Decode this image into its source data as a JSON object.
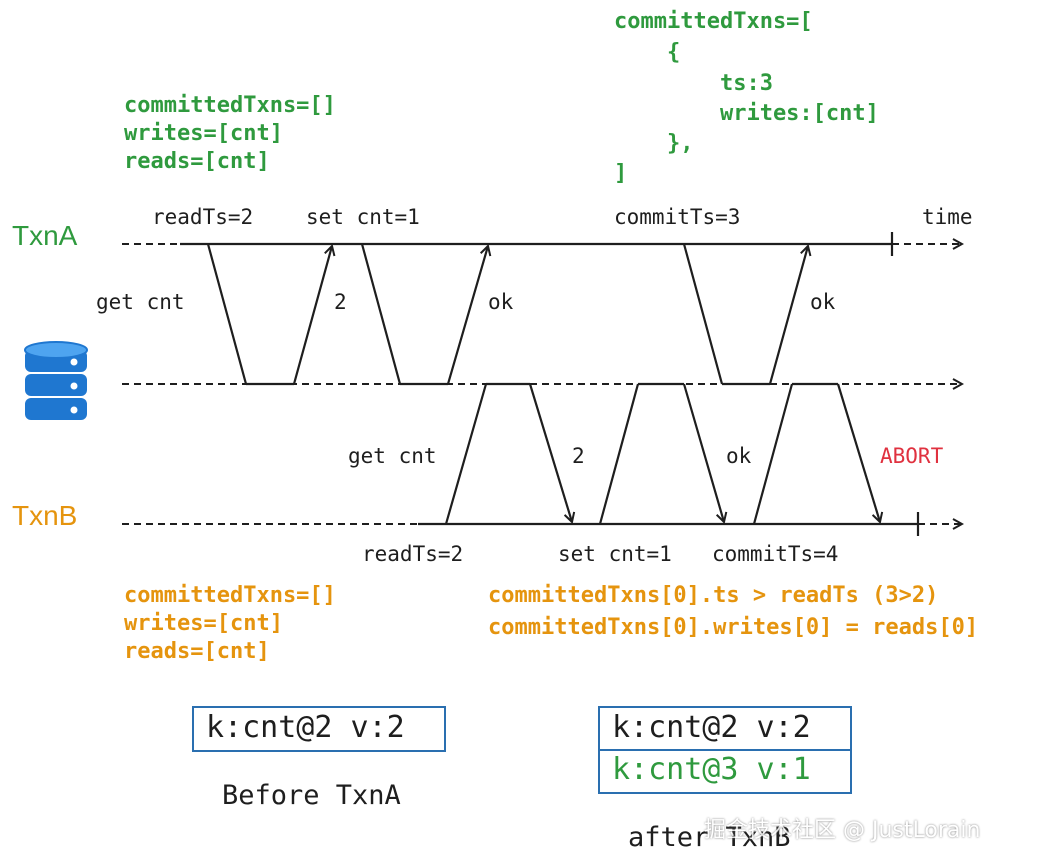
{
  "txn_a": {
    "name": "TxnA",
    "state_before": [
      "committedTxns=[]",
      "writes=[cnt]",
      "reads=[cnt]"
    ],
    "state_after": [
      "committedTxns=[",
      "    {",
      "        ts:3",
      "        writes:[cnt]",
      "    },",
      "]"
    ],
    "read_ts": "readTs=2",
    "set": "set cnt=1",
    "commit_ts": "commitTs=3",
    "time_label": "time"
  },
  "txn_b": {
    "name": "TxnB",
    "state": [
      "committedTxns=[]",
      "writes=[cnt]",
      "reads=[cnt]"
    ],
    "read_ts": "readTs=2",
    "set": "set cnt=1",
    "commit_ts": "commitTs=4",
    "conflict": [
      "committedTxns[0].ts > readTs (3>2)",
      "committedTxns[0].writes[0] = reads[0]"
    ]
  },
  "messages_a": {
    "get": "get cnt",
    "reply_value": "2",
    "ok1": "ok",
    "ok2": "ok"
  },
  "messages_b": {
    "get": "get cnt",
    "reply_value": "2",
    "ok": "ok",
    "abort": "ABORT"
  },
  "before_box": {
    "rows": [
      "k:cnt@2 v:2"
    ],
    "caption": "Before TxnA"
  },
  "after_box": {
    "rows": [
      "k:cnt@2 v:2",
      "k:cnt@3 v:1"
    ],
    "caption": "after TxnB"
  },
  "watermark": "掘金技术社区 @ JustLorain",
  "colors": {
    "txn_a": "#2f9a3e",
    "txn_b": "#e5940e",
    "abort": "#e0313f",
    "box_border": "#2a6fb0",
    "db": "#1f77d0"
  },
  "icons": {
    "database": "database-icon"
  }
}
